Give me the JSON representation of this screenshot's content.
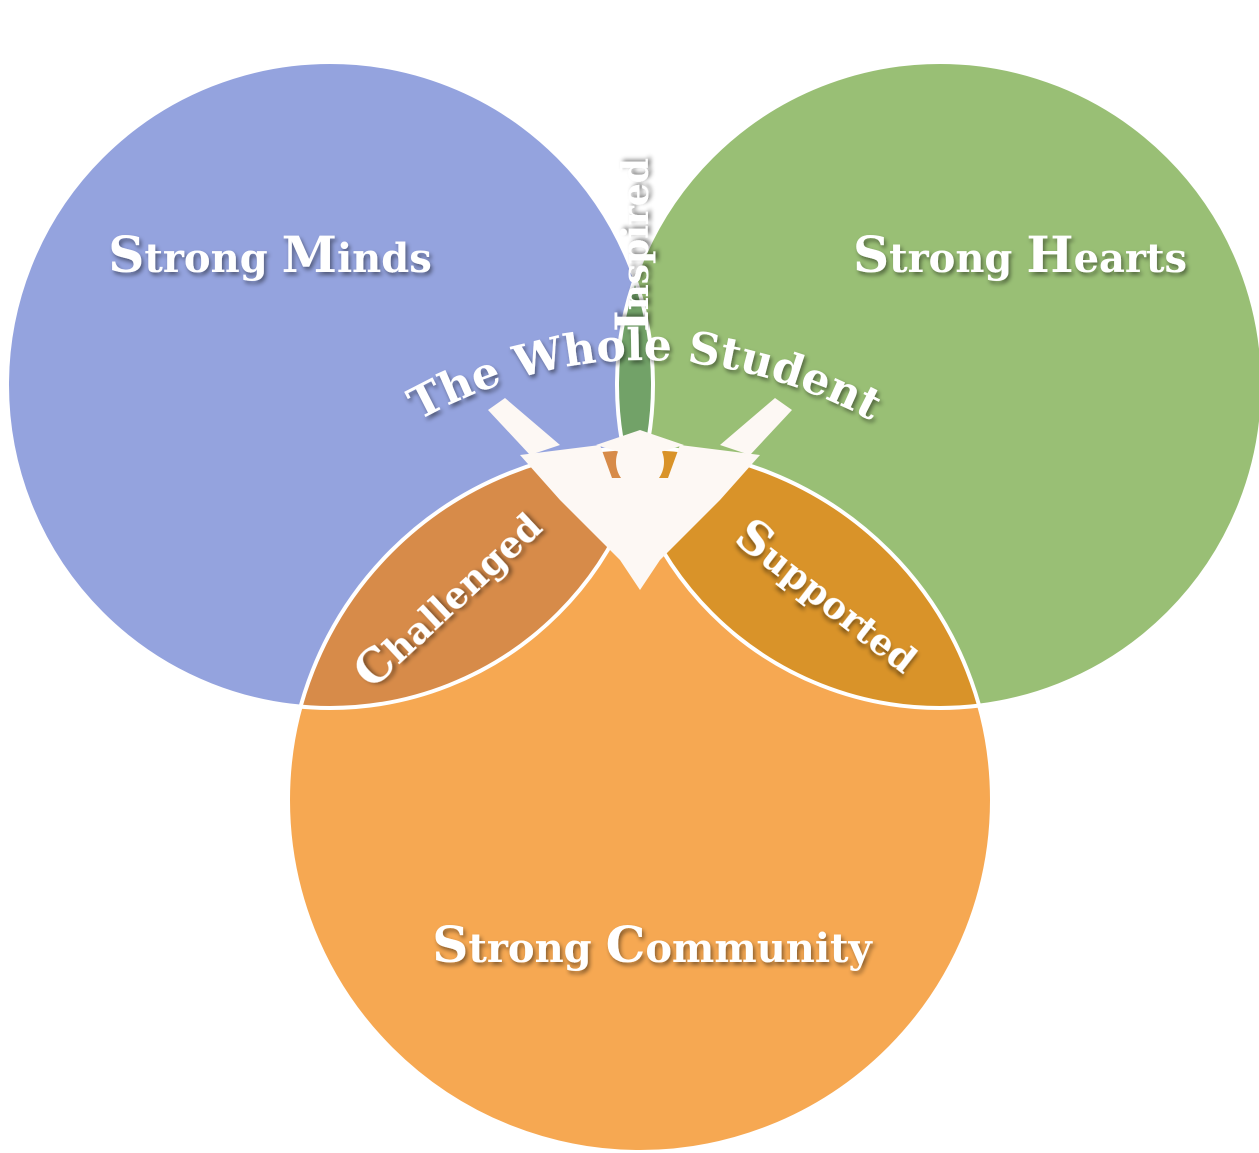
{
  "colors": {
    "minds": "#94a3de",
    "hearts": "#99bf75",
    "community": "#f6a852",
    "inspired": "#72a268",
    "challenged": "#d78b49",
    "supported": "#d99329",
    "text": "#ffffff",
    "silhouette": "#fdf8f4"
  },
  "circles": {
    "minds": {
      "label": "Strong Minds",
      "cap1": "S",
      "rest1": "trong ",
      "cap2": "M",
      "rest2": "inds"
    },
    "hearts": {
      "label": "Strong Hearts",
      "cap1": "S",
      "rest1": "trong ",
      "cap2": "H",
      "rest2": "earts"
    },
    "community": {
      "label": "Strong Community",
      "cap1": "S",
      "rest1": "trong ",
      "cap2": "C",
      "rest2": "ommunity"
    }
  },
  "overlaps": {
    "inspired": {
      "cap": "I",
      "rest": "nspired"
    },
    "challenged": {
      "cap": "C",
      "rest": "hallenged"
    },
    "supported": {
      "cap": "S",
      "rest": "upported"
    }
  },
  "center": {
    "title": "The Whole Student"
  },
  "icons": {
    "center_figure": "graduate-silhouette-icon"
  }
}
